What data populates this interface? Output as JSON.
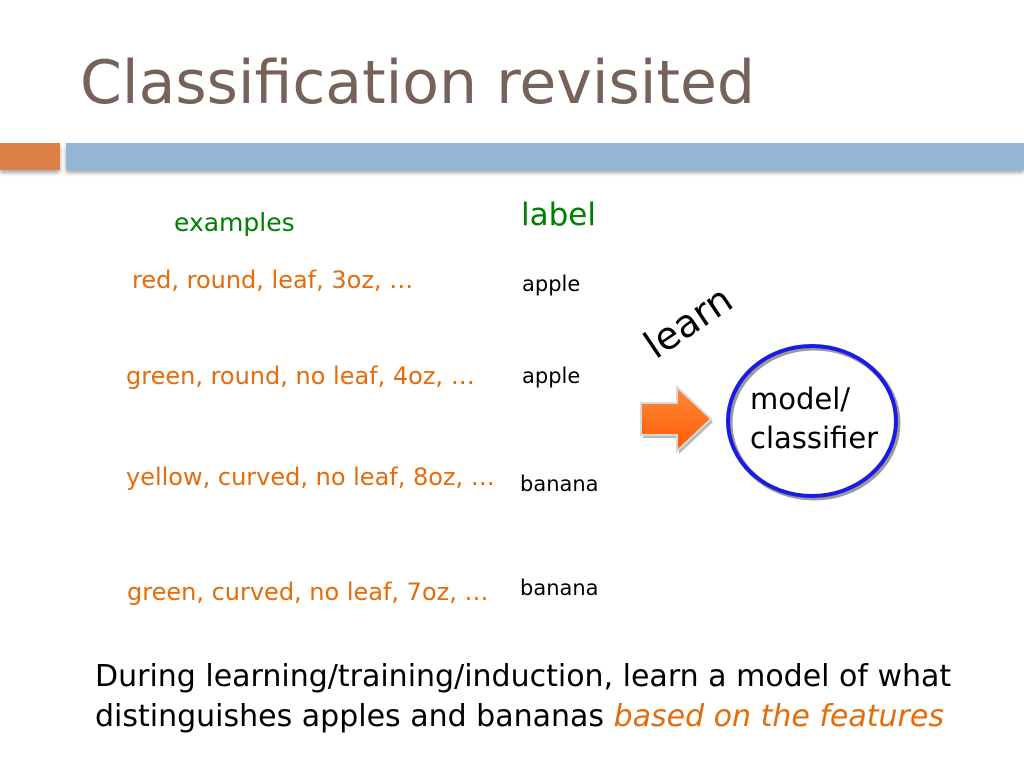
{
  "slide": {
    "title": "Classification revisited",
    "headers": {
      "examples": "examples",
      "label": "label"
    },
    "examples": [
      {
        "features": "red, round, leaf, 3oz, …",
        "label": "apple"
      },
      {
        "features": "green, round, no leaf, 4oz, …",
        "label": "apple"
      },
      {
        "features": "yellow, curved, no leaf, 8oz, …",
        "label": "banana"
      },
      {
        "features": "green, curved, no leaf, 7oz, …",
        "label": "banana"
      }
    ],
    "learn_label": "learn",
    "model": {
      "line1": "model/",
      "line2": "classifier"
    },
    "bottom": {
      "text": "During learning/training/induction, learn a model of what distinguishes apples and bananas ",
      "emphasis": "based on the features"
    }
  },
  "colors": {
    "title": "#77625a",
    "header_green": "#008000",
    "feature_orange": "#e46c0a",
    "accent_bar_orange": "#dd8048",
    "accent_bar_blue": "#94b6d2",
    "arrow_fill": "#ff6600",
    "circle_stroke": "#1a1ae6"
  },
  "icons": {
    "arrow": "right-arrow-icon"
  }
}
